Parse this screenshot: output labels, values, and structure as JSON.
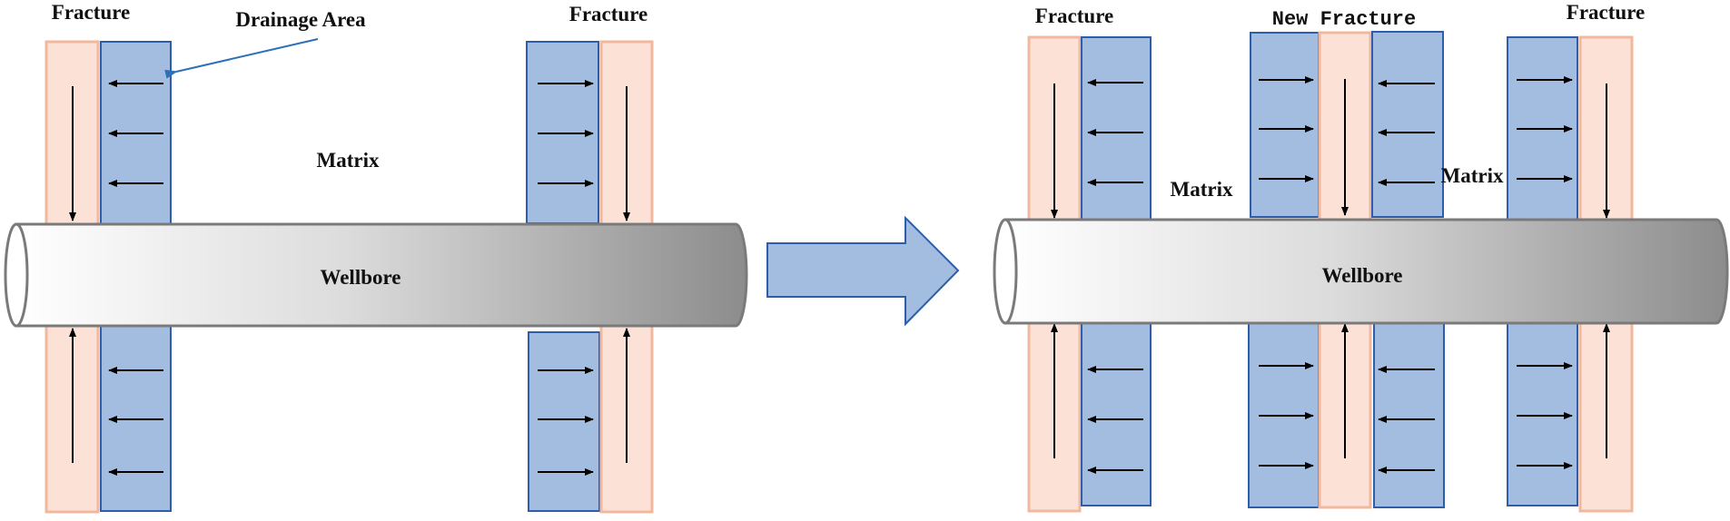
{
  "left_panel": {
    "fracture_left_label": "Fracture",
    "fracture_right_label": "Fracture",
    "drainage_area_label": "Drainage Area",
    "matrix_label": "Matrix",
    "wellbore_label": "Wellbore"
  },
  "right_panel": {
    "fracture_left_label": "Fracture",
    "new_fracture_label": "New Fracture",
    "fracture_right_label": "Fracture",
    "matrix_left_label": "Matrix",
    "matrix_right_label": "Matrix",
    "wellbore_label": "Wellbore"
  },
  "colors": {
    "fracture_fill": "#fbe1d6",
    "fracture_border": "#f2b89d",
    "drainage_fill": "#a2bde0",
    "drainage_border": "#2e5eaa",
    "transition_arrow": "#a2bde0",
    "pointer_arrow": "#2e6fb8"
  }
}
